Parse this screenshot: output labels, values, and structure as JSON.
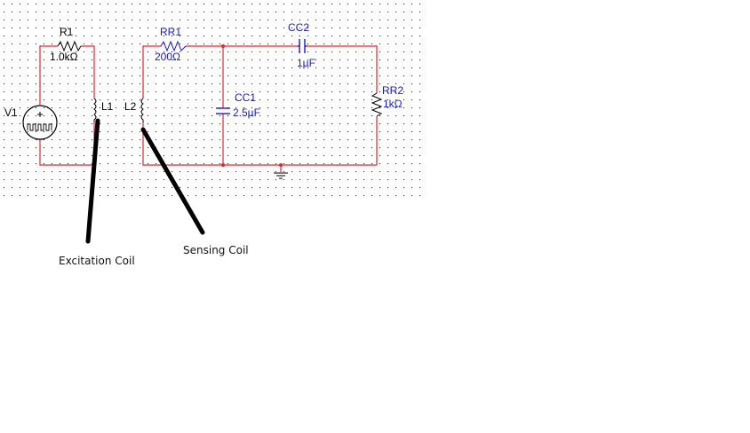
{
  "colors": {
    "wire": "#e8262b",
    "component_black": "#000000",
    "component_blue": "#1a1acc",
    "grid_dot": "#000000",
    "annotation_stroke": "#000000"
  },
  "components": {
    "r1": {
      "ref": "R1",
      "value": "1.0kΩ"
    },
    "rr1": {
      "ref": "RR1",
      "value": "200Ω"
    },
    "cc2": {
      "ref": "CC2",
      "value": "1µF"
    },
    "cc1": {
      "ref": "CC1",
      "value": "2.5µF"
    },
    "rr2": {
      "ref": "RR2",
      "value": "1kΩ"
    },
    "v1": {
      "ref": "V1"
    },
    "l1": {
      "ref": "L1"
    },
    "l2": {
      "ref": "L2"
    }
  },
  "annotations": {
    "excitation": "Excitation Coil",
    "sensing": "Sensing Coil"
  }
}
